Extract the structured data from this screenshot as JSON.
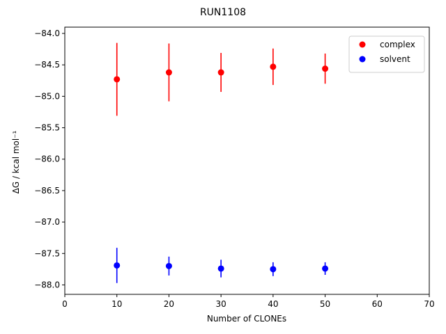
{
  "chart_data": {
    "type": "scatter",
    "title": "RUN1108",
    "xlabel": "Number of CLONEs",
    "ylabel": "ΔG / kcal mol⁻¹",
    "xlim": [
      0,
      70
    ],
    "ylim": [
      -88.15,
      -83.9
    ],
    "xticks": [
      0,
      10,
      20,
      30,
      40,
      50,
      60,
      70
    ],
    "yticks": [
      -84.0,
      -84.5,
      -85.0,
      -85.5,
      -86.0,
      -86.5,
      -87.0,
      -87.5,
      -88.0
    ],
    "legend_position": "upper-right",
    "grid": false,
    "series": [
      {
        "name": "complex",
        "color": "#ff0000",
        "x": [
          10,
          20,
          30,
          40,
          50
        ],
        "y": [
          -84.73,
          -84.62,
          -84.62,
          -84.53,
          -84.56
        ],
        "err": [
          0.58,
          0.46,
          0.31,
          0.29,
          0.24
        ]
      },
      {
        "name": "solvent",
        "color": "#0000ff",
        "x": [
          10,
          20,
          30,
          40,
          50
        ],
        "y": [
          -87.69,
          -87.7,
          -87.74,
          -87.75,
          -87.74
        ],
        "err": [
          0.28,
          0.15,
          0.14,
          0.11,
          0.1
        ]
      }
    ]
  }
}
